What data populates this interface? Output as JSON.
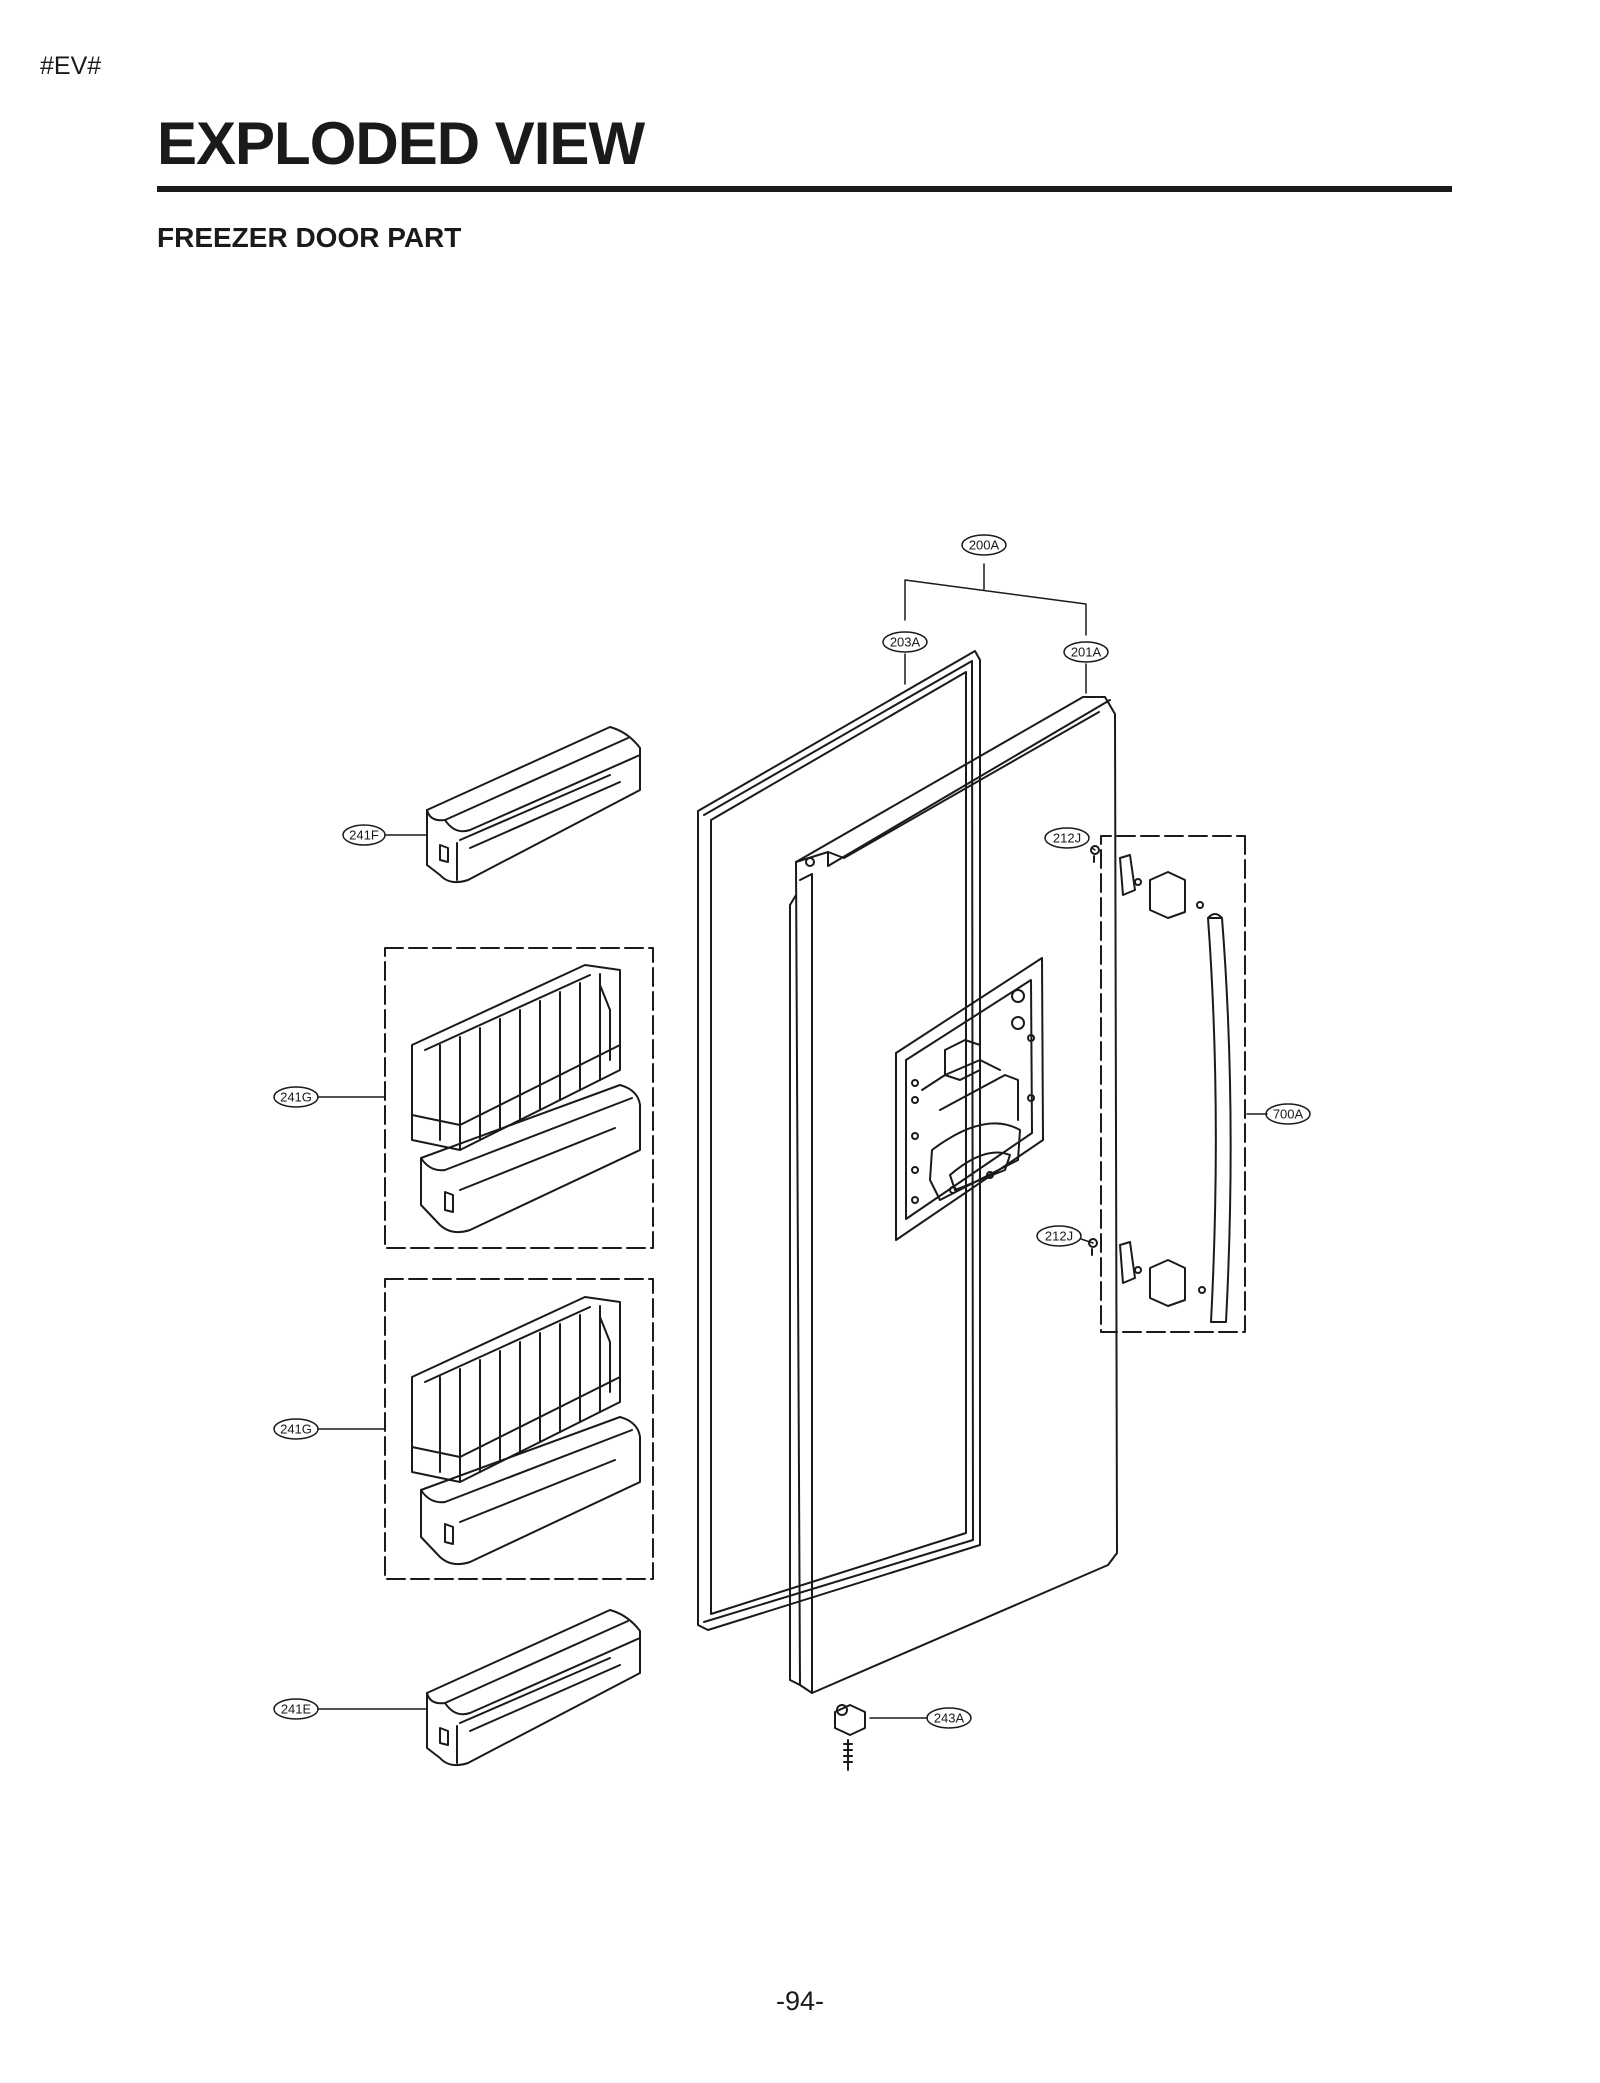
{
  "header": {
    "tag": "#EV#",
    "title": "EXPLODED VIEW",
    "subtitle": "FREEZER DOOR PART"
  },
  "parts": {
    "p200A": "200A",
    "p203A": "203A",
    "p201A": "201A",
    "p241F": "241F",
    "p212J_top": "212J",
    "p241G_top": "241G",
    "p700A": "700A",
    "p212J_bottom": "212J",
    "p241G_bottom": "241G",
    "p241E": "241E",
    "p243A": "243A"
  },
  "footer": {
    "page_number": "-94-"
  }
}
